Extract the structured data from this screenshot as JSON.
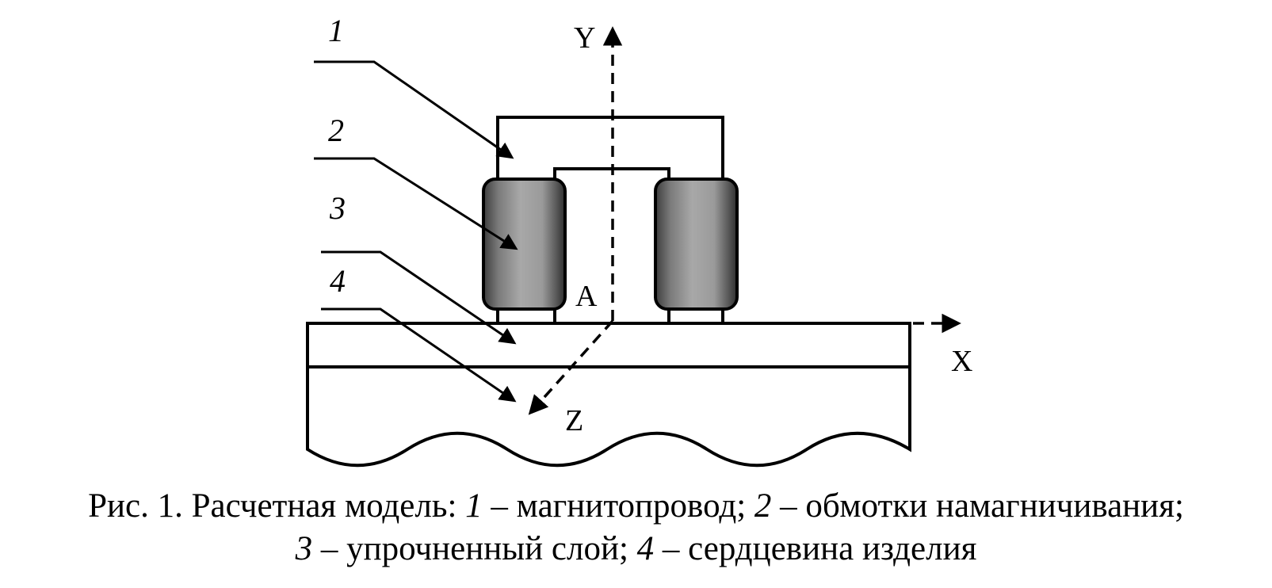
{
  "diagram": {
    "axes": {
      "y": "Y",
      "x": "X",
      "z": "Z"
    },
    "point_label": "A",
    "leaders": [
      "1",
      "2",
      "3",
      "4"
    ]
  },
  "caption": {
    "prefix": "Рис. 1. Расчетная модель: ",
    "n1": "1",
    "t1": " – магнитопровод; ",
    "n2": "2",
    "t2": " – обмотки намагничивания;",
    "n3": "3",
    "t3": " – упрочненный слой; ",
    "n4": "4",
    "t4": " – сердцевина изделия"
  }
}
